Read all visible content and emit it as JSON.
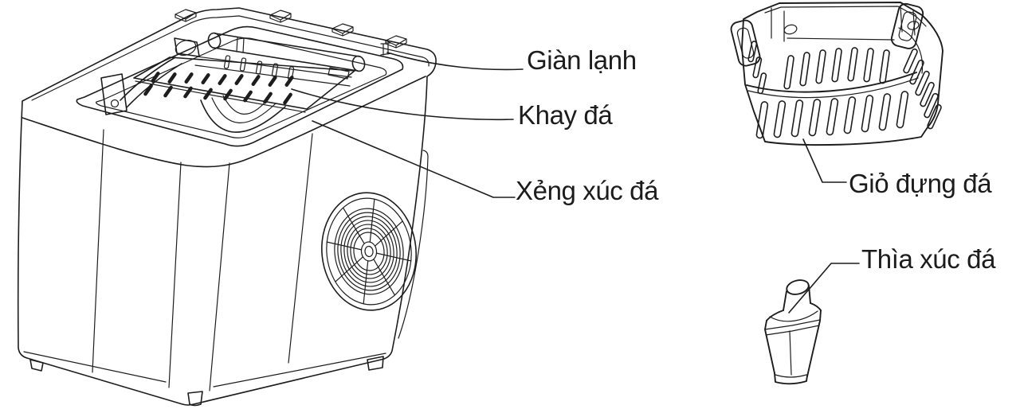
{
  "diagram": {
    "description": "Labeled parts illustration of a countertop ice maker",
    "background": "#ffffff",
    "line_color": "#1d1d1d",
    "text_color": "#1c1c1c",
    "parts": {
      "cooling_coil": "Giàn lạnh",
      "ice_tray": "Khay đá",
      "ice_shovel": "Xẻng xúc đá",
      "ice_basket": "Giỏ đựng đá",
      "ice_scoop": "Thìa xúc đá"
    }
  }
}
